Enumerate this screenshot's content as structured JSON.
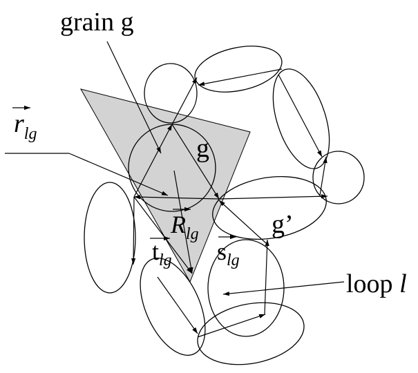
{
  "labels": {
    "grain_g_title": "grain g",
    "r_main": "r",
    "r_sub": "lg",
    "g": "g",
    "g_prime": "g’",
    "R_main": "R",
    "R_sub": "lg",
    "t_main": "t",
    "t_sub": "lg",
    "s_main": "s",
    "s_sub": "lg",
    "loop_word": "loop ",
    "loop_l": "l"
  },
  "colors": {
    "triangle_fill": "#d3d3d3",
    "stroke": "#000000"
  }
}
